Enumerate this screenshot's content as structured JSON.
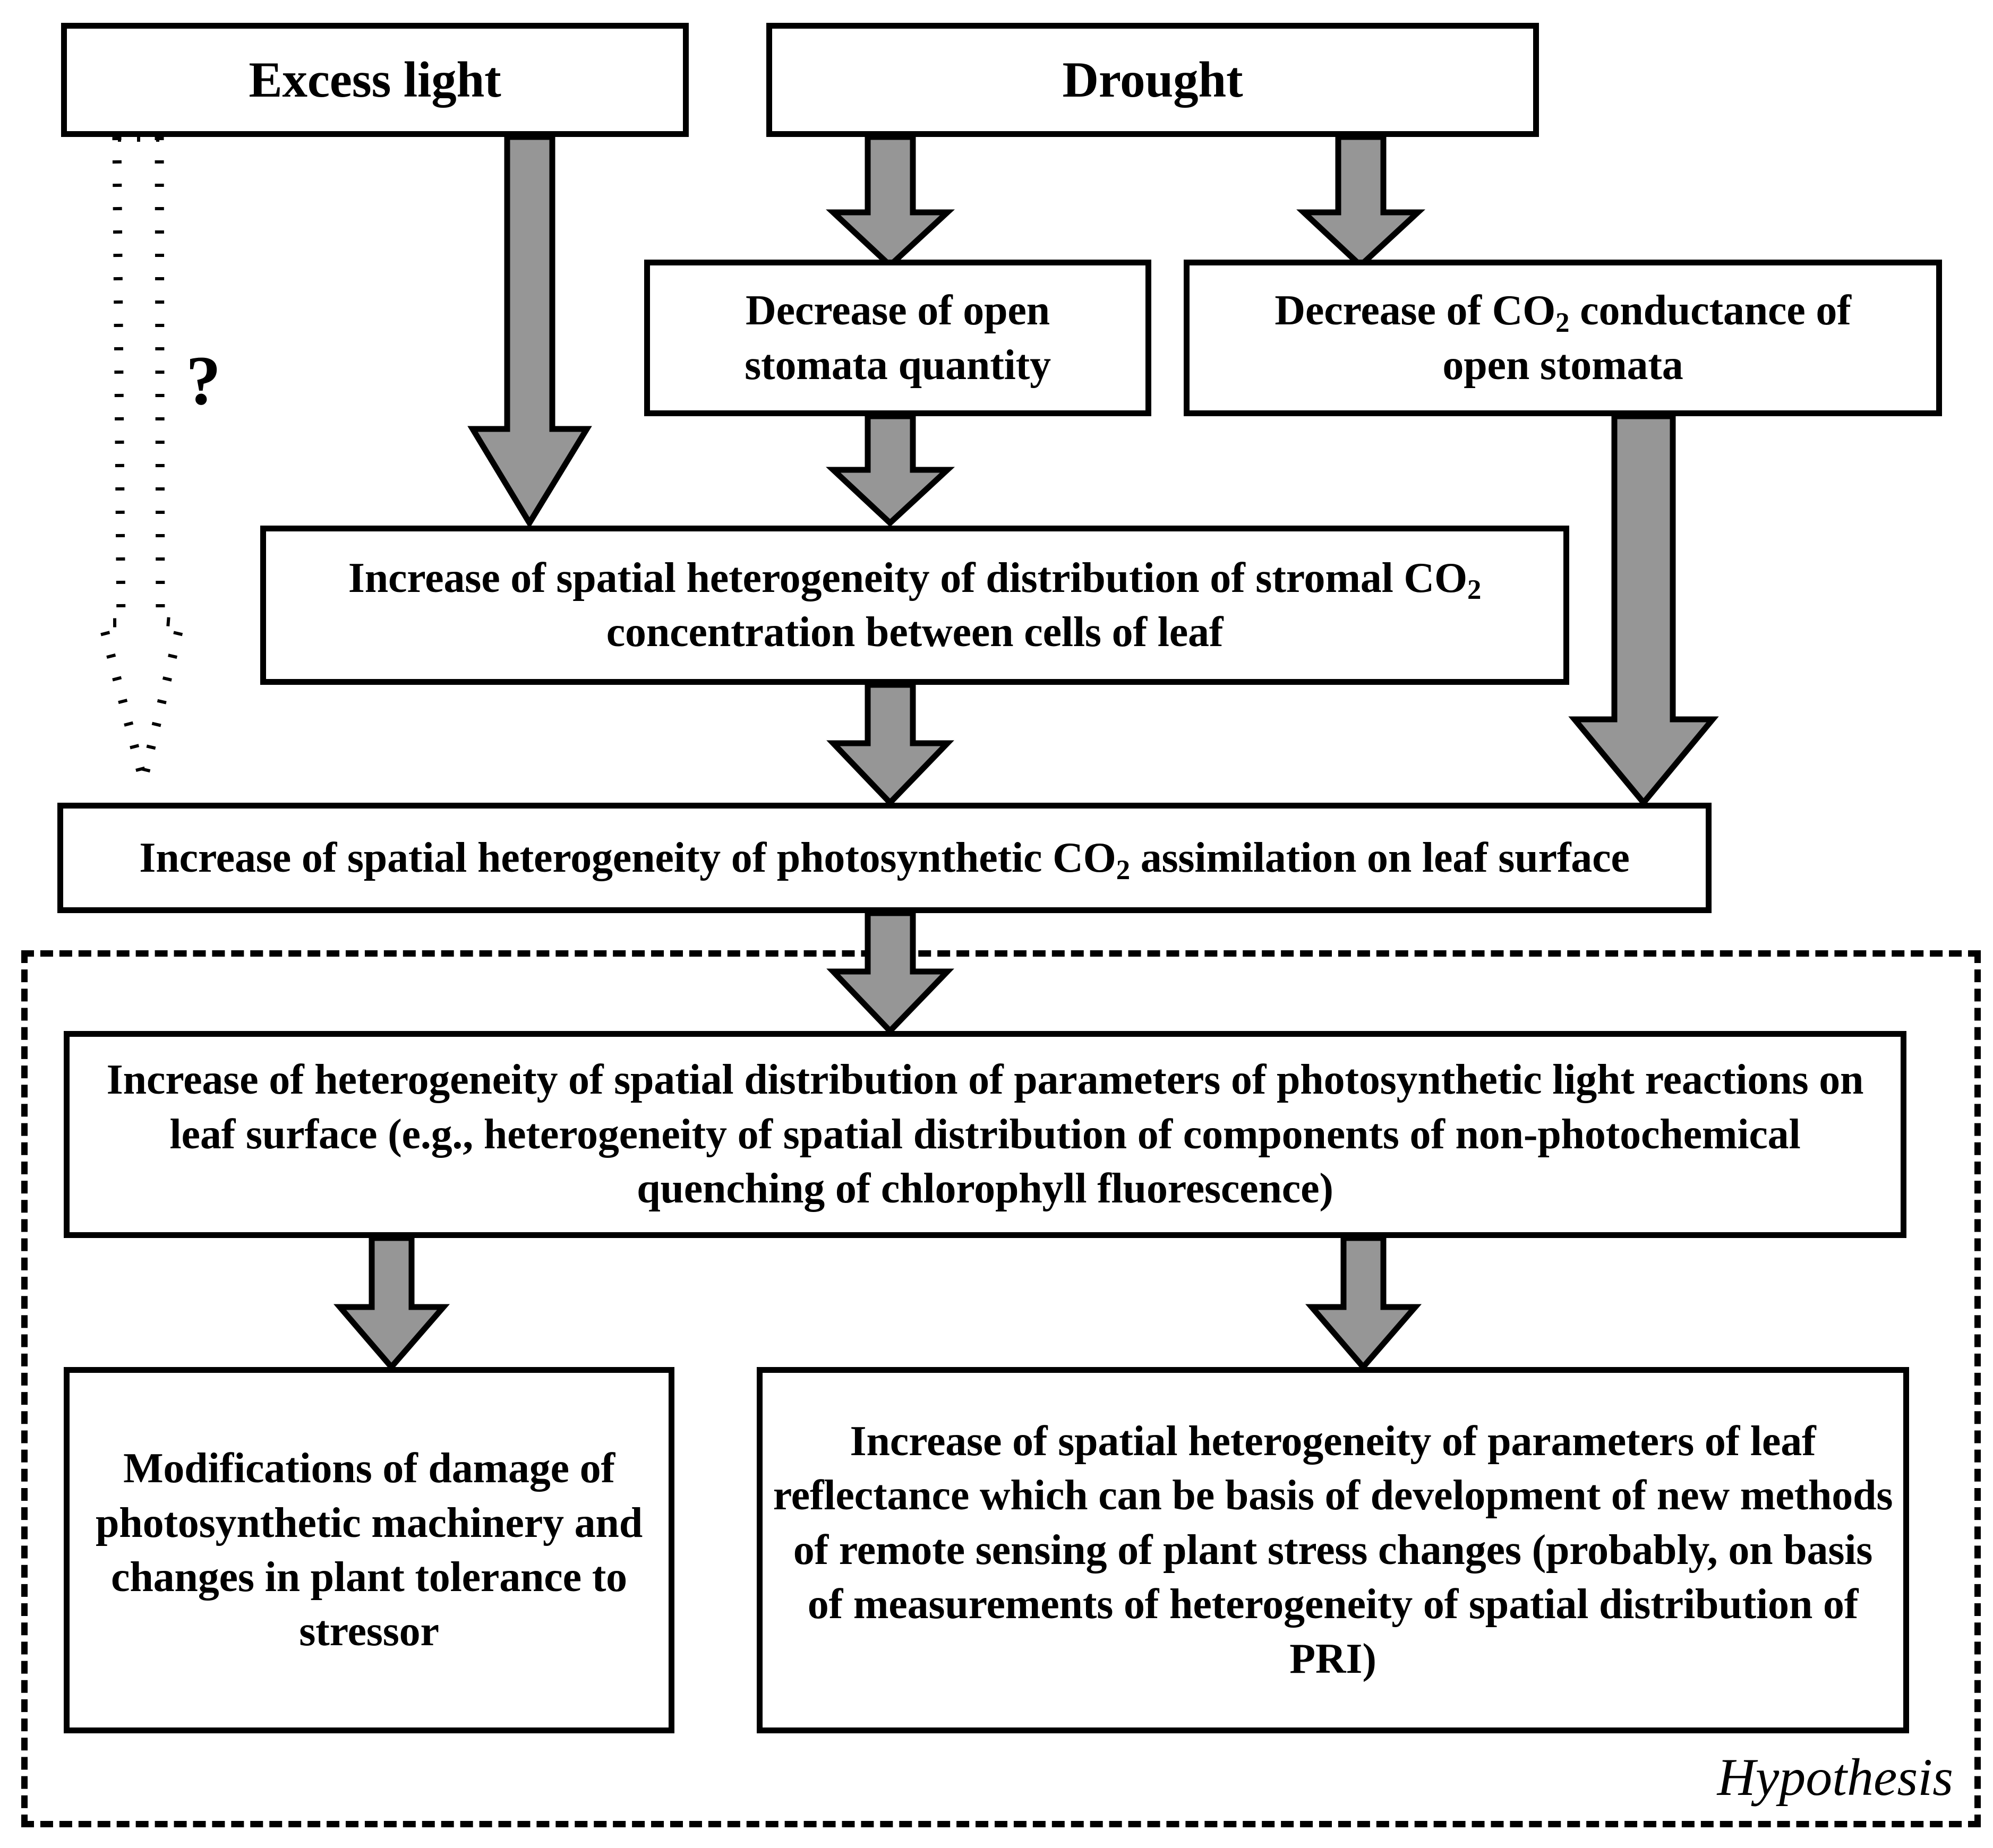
{
  "diagram": {
    "title_label": "Hypothesis",
    "uncertainty_marker": "?",
    "colors": {
      "box_border": "#000000",
      "box_fill": "#ffffff",
      "arrow_fill": "#969696",
      "arrow_stroke": "#000000",
      "text": "#000000",
      "background": "#ffffff"
    },
    "nodes": [
      {
        "id": "excess-light",
        "label": "Excess light"
      },
      {
        "id": "drought",
        "label": "Drought"
      },
      {
        "id": "open-stomata",
        "label_line1": "Decrease of open",
        "label_line2": "stomata quantity"
      },
      {
        "id": "co2-conductance",
        "label_pre": "Decrease of CO",
        "label_sub": "2",
        "label_post": " conductance of",
        "label_line2": "open stomata"
      },
      {
        "id": "stromal-co2",
        "label_pre": "Increase of spatial heterogeneity of distribution of stromal CO",
        "label_sub": "2",
        "label_post": " concentration between cells of leaf"
      },
      {
        "id": "co2-assimilation",
        "label_pre": "Increase of spatial heterogeneity of photosynthetic CO",
        "label_sub": "2",
        "label_post": " assimilation on leaf surface"
      },
      {
        "id": "light-reactions",
        "label": "Increase of heterogeneity of spatial distribution of parameters of photosynthetic light reactions on leaf surface (e.g., heterogeneity of spatial distribution of components of non-photochemical quenching of chlorophyll fluorescence)"
      },
      {
        "id": "damage-tolerance",
        "label": "Modifications of damage of photosynthetic machinery and changes in plant tolerance to stressor"
      },
      {
        "id": "leaf-reflectance",
        "label": "Increase of spatial heterogeneity of parameters of leaf reflectance which can be basis of development of new methods of remote sensing of plant stress changes (probably, on basis of measurements of heterogeneity of spatial distribution of PRI)"
      }
    ],
    "edges": [
      {
        "from": "excess-light",
        "to": "stromal-co2",
        "style": "dotted",
        "label": "?"
      },
      {
        "from": "excess-light",
        "to": "co2-assimilation",
        "style": "dotted",
        "label": "?"
      },
      {
        "from": "excess-light",
        "to": "stromal-co2",
        "style": "solid"
      },
      {
        "from": "drought",
        "to": "open-stomata",
        "style": "solid"
      },
      {
        "from": "drought",
        "to": "co2-conductance",
        "style": "solid"
      },
      {
        "from": "open-stomata",
        "to": "stromal-co2",
        "style": "solid"
      },
      {
        "from": "co2-conductance",
        "to": "co2-assimilation",
        "style": "solid"
      },
      {
        "from": "stromal-co2",
        "to": "co2-assimilation",
        "style": "solid"
      },
      {
        "from": "co2-assimilation",
        "to": "light-reactions",
        "style": "solid"
      },
      {
        "from": "light-reactions",
        "to": "damage-tolerance",
        "style": "solid"
      },
      {
        "from": "light-reactions",
        "to": "leaf-reflectance",
        "style": "solid"
      }
    ]
  }
}
